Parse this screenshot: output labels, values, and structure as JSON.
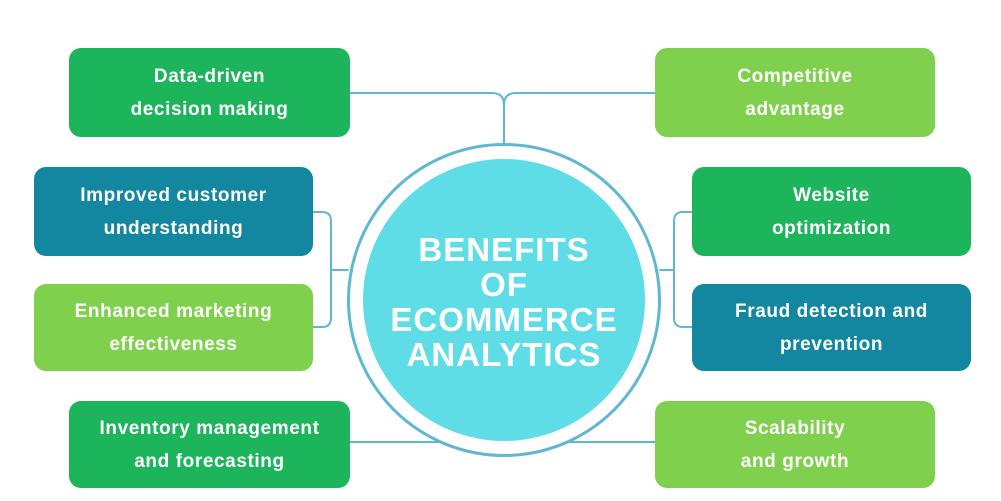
{
  "center": {
    "title": "BENEFITS\nOF\nECOMMERCE\nANALYTICS"
  },
  "left_items": [
    {
      "label": "Data-driven\ndecision making",
      "color": "#1db55c"
    },
    {
      "label": "Improved customer\nunderstanding",
      "color": "#13879f"
    },
    {
      "label": "Enhanced marketing\neffectiveness",
      "color": "#7fd14d"
    },
    {
      "label": "Inventory management\nand forecasting",
      "color": "#1db55c"
    }
  ],
  "right_items": [
    {
      "label": "Competitive\nadvantage",
      "color": "#7fd14d"
    },
    {
      "label": "Website\noptimization",
      "color": "#1db55c"
    },
    {
      "label": "Fraud detection and\nprevention",
      "color": "#13879f"
    },
    {
      "label": "Scalability\nand growth",
      "color": "#7fd14d"
    }
  ],
  "colors": {
    "connector": "#5fb8d2",
    "center_fill": "#5fdde7"
  }
}
